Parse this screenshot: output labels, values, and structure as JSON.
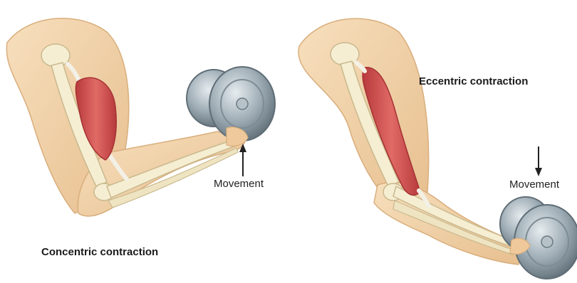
{
  "panels": [
    {
      "caption": "Concentric contraction",
      "movement_label": "Movement",
      "arrow_direction": "up"
    },
    {
      "caption": "Eccentric contraction",
      "movement_label": "Movement",
      "arrow_direction": "down"
    }
  ],
  "colors": {
    "skin": "#f1d2a8",
    "skin_shadow": "#e2b887",
    "bone": "#f6eed2",
    "bone_outline": "#c9b98e",
    "muscle": "#d8504e",
    "muscle_dark": "#b23a3a",
    "tendon": "#f3f0e6",
    "weight": "#8f9ea8",
    "weight_light": "#c4ced4",
    "weight_dark": "#5f6d76"
  }
}
